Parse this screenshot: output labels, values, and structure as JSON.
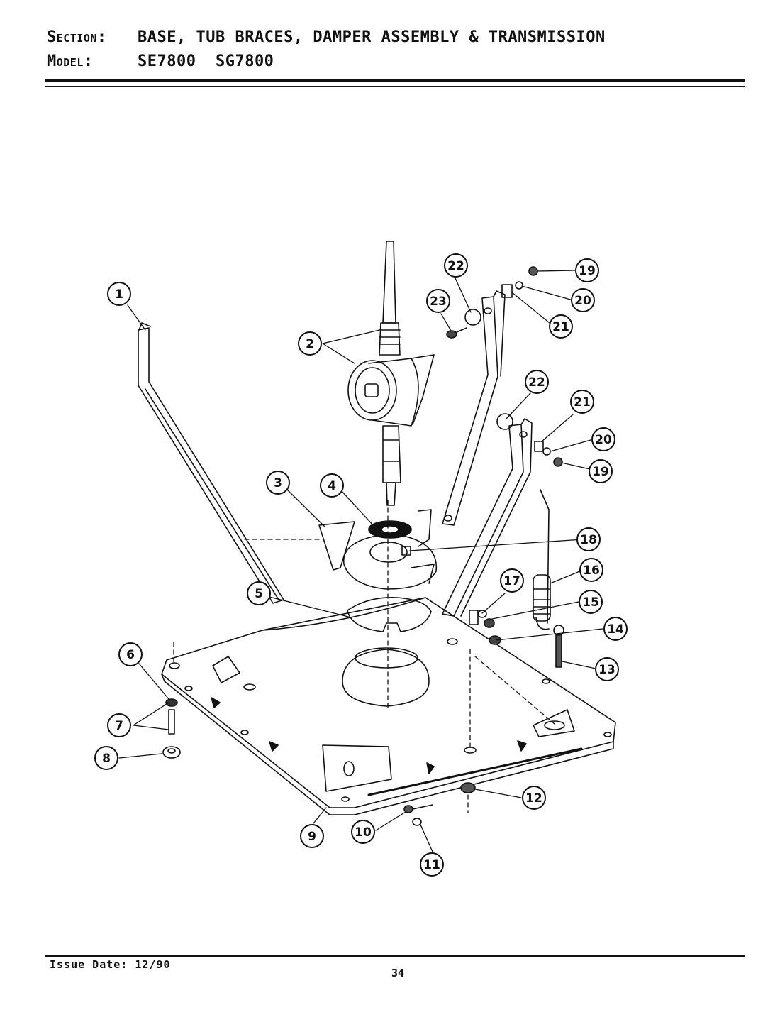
{
  "header": {
    "section_label": "Section:",
    "section_value": "BASE, TUB BRACES, DAMPER ASSEMBLY & TRANSMISSION",
    "model_label": "Model:",
    "model_value": "SE7800  SG7800"
  },
  "footer": {
    "issue_date": "Issue Date: 12/90",
    "page_number": "34"
  },
  "callouts": {
    "c1": "1",
    "c2": "2",
    "c3": "3",
    "c4": "4",
    "c5": "5",
    "c6": "6",
    "c7": "7",
    "c8": "8",
    "c9": "9",
    "c10": "10",
    "c11": "11",
    "c12": "12",
    "c13": "13",
    "c14": "14",
    "c15": "15",
    "c16": "16",
    "c17": "17",
    "c18": "18",
    "c19a": "19",
    "c19b": "19",
    "c20a": "20",
    "c20b": "20",
    "c21a": "21",
    "c21b": "21",
    "c22a": "22",
    "c22b": "22",
    "c23": "23"
  }
}
